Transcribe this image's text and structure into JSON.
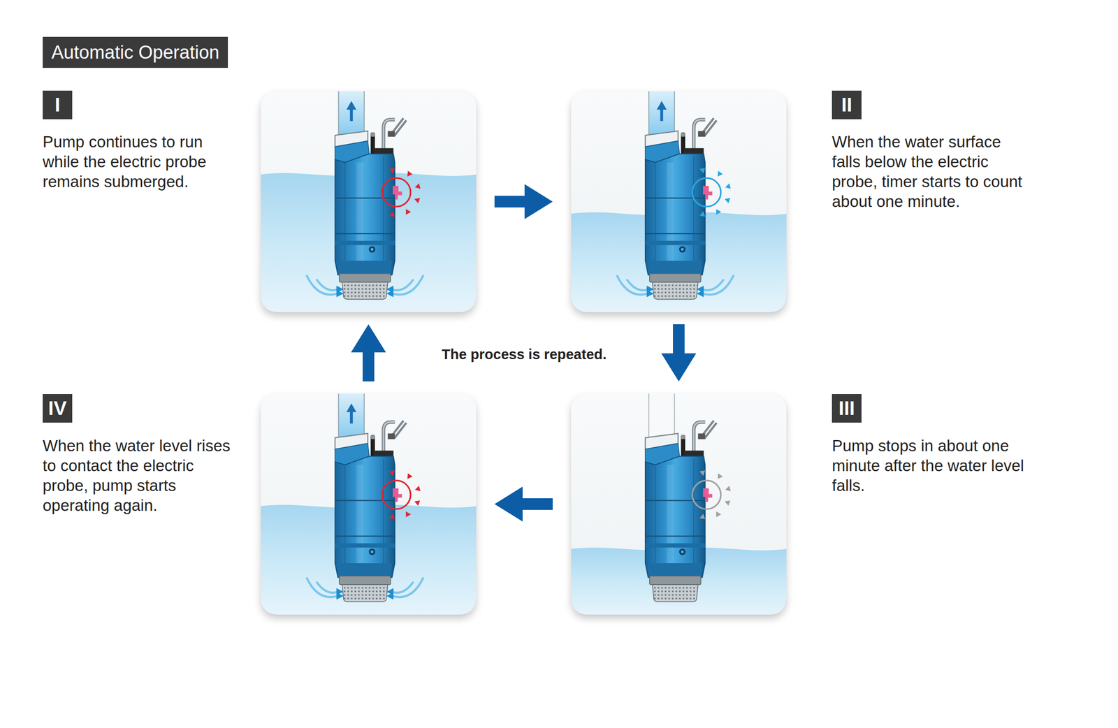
{
  "diagram": {
    "title": "Automatic Operation",
    "nodes": [
      {
        "text": [
          "I",
          "Pump continues to run while the electric probe remains submerged."
        ]
      },
      {
        "text": [
          "II",
          "When the water surface falls below the electric probe, timer starts to count about one minute."
        ]
      },
      {
        "text": [
          "III",
          "Pump stops in about one minute after the water level falls."
        ]
      },
      {
        "text": [
          "IV",
          "When the water level rises to contact the electric probe, pump starts operating again."
        ]
      }
    ],
    "edges": [
      {
        "from": 0,
        "to": 1,
        "arrow": "to"
      },
      {
        "from": 1,
        "to": 2,
        "arrow": "to"
      },
      {
        "from": 2,
        "to": 3,
        "arrow": "to"
      },
      {
        "from": 3,
        "to": 0,
        "arrow": "to"
      }
    ],
    "labels": [
      "The process is repeated."
    ]
  }
}
